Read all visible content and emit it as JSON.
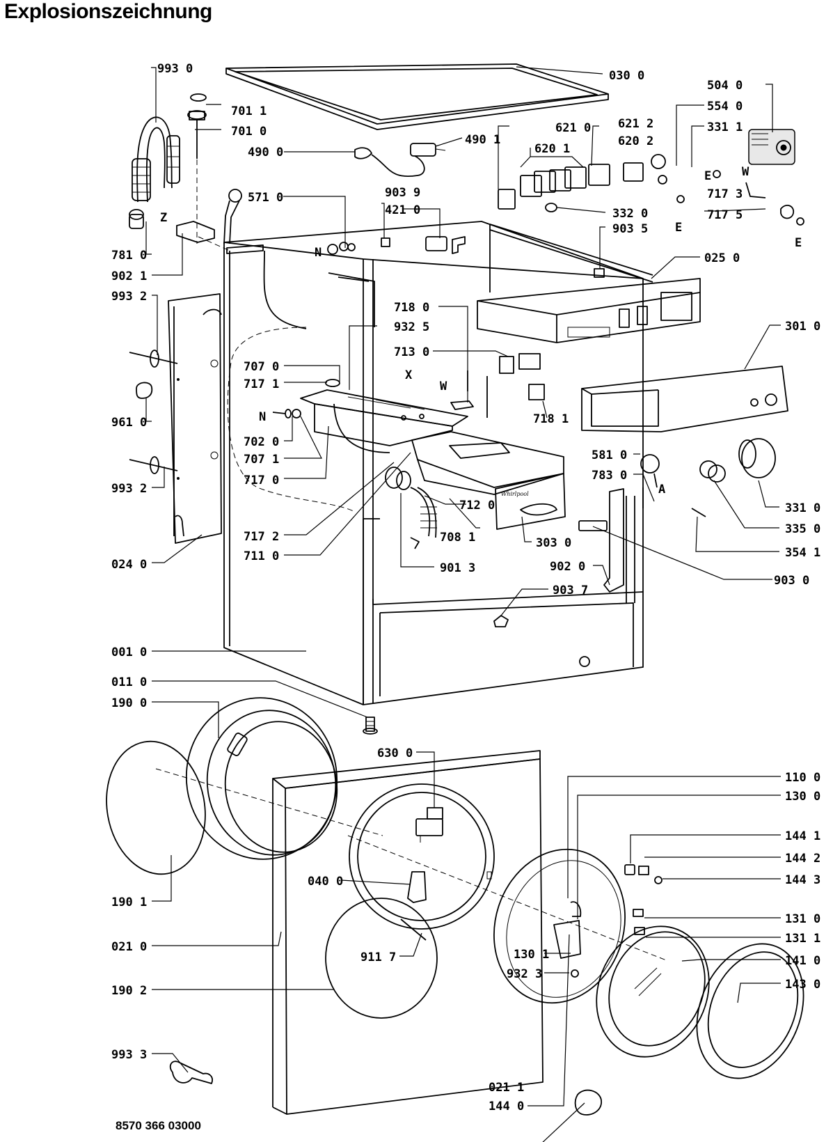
{
  "title": "Explosionszeichnung",
  "document_number": "8570 366 03000",
  "labels": [
    {
      "text": "993 0",
      "name": "label-993-0"
    },
    {
      "text": "701 1",
      "name": "label-701-1"
    },
    {
      "text": "701 0",
      "name": "label-701-0"
    },
    {
      "text": "490 0",
      "name": "label-490-0"
    },
    {
      "text": "571 0",
      "name": "label-571-0"
    },
    {
      "text": "781 0",
      "name": "label-781-0"
    },
    {
      "text": "902 1",
      "name": "label-902-1"
    },
    {
      "text": "993 2",
      "name": "label-993-2-top"
    },
    {
      "text": "961 0",
      "name": "label-961-0"
    },
    {
      "text": "993 2",
      "name": "label-993-2-bottom"
    },
    {
      "text": "024 0",
      "name": "label-024-0"
    },
    {
      "text": "707 0",
      "name": "label-707-0"
    },
    {
      "text": "717 1",
      "name": "label-717-1-left"
    },
    {
      "text": "702 0",
      "name": "label-702-0"
    },
    {
      "text": "707 1",
      "name": "label-707-1"
    },
    {
      "text": "717 0",
      "name": "label-717-0"
    },
    {
      "text": "717 2",
      "name": "label-717-2"
    },
    {
      "text": "711 0",
      "name": "label-711-0"
    },
    {
      "text": "030 0",
      "name": "label-030-0"
    },
    {
      "text": "490 1",
      "name": "label-490-1"
    },
    {
      "text": "903 9",
      "name": "label-903-9"
    },
    {
      "text": "421 0",
      "name": "label-421-0"
    },
    {
      "text": "621 0",
      "name": "label-621-0"
    },
    {
      "text": "620 1",
      "name": "label-620-1"
    },
    {
      "text": "621 2",
      "name": "label-621-2"
    },
    {
      "text": "620 2",
      "name": "label-620-2"
    },
    {
      "text": "504 0",
      "name": "label-504-0"
    },
    {
      "text": "554 0",
      "name": "label-554-0"
    },
    {
      "text": "331 1",
      "name": "label-331-1"
    },
    {
      "text": "717 3",
      "name": "label-717-3"
    },
    {
      "text": "717 5",
      "name": "label-717-5"
    },
    {
      "text": "332 0",
      "name": "label-332-0"
    },
    {
      "text": "903 5",
      "name": "label-903-5"
    },
    {
      "text": "025 0",
      "name": "label-025-0"
    },
    {
      "text": "718 0",
      "name": "label-718-0"
    },
    {
      "text": "932 5",
      "name": "label-932-5"
    },
    {
      "text": "713 0",
      "name": "label-713-0"
    },
    {
      "text": "718 1",
      "name": "label-718-1"
    },
    {
      "text": "301 0",
      "name": "label-301-0"
    },
    {
      "text": "581 0",
      "name": "label-581-0"
    },
    {
      "text": "783 0",
      "name": "label-783-0"
    },
    {
      "text": "331 0",
      "name": "label-331-0"
    },
    {
      "text": "335 0",
      "name": "label-335-0"
    },
    {
      "text": "354 1",
      "name": "label-354-1"
    },
    {
      "text": "712 0",
      "name": "label-712-0"
    },
    {
      "text": "708 1",
      "name": "label-708-1"
    },
    {
      "text": "303 0",
      "name": "label-303-0"
    },
    {
      "text": "901 3",
      "name": "label-901-3"
    },
    {
      "text": "902 0",
      "name": "label-902-0"
    },
    {
      "text": "903 0",
      "name": "label-903-0"
    },
    {
      "text": "903 7",
      "name": "label-903-7"
    },
    {
      "text": "001 0",
      "name": "label-001-0"
    },
    {
      "text": "011 0",
      "name": "label-011-0"
    },
    {
      "text": "190 0",
      "name": "label-190-0"
    },
    {
      "text": "630 0",
      "name": "label-630-0"
    },
    {
      "text": "110 0",
      "name": "label-110-0"
    },
    {
      "text": "130 0",
      "name": "label-130-0"
    },
    {
      "text": "144 1",
      "name": "label-144-1"
    },
    {
      "text": "144 2",
      "name": "label-144-2"
    },
    {
      "text": "144 3",
      "name": "label-144-3"
    },
    {
      "text": "131 0",
      "name": "label-131-0"
    },
    {
      "text": "131 1",
      "name": "label-131-1"
    },
    {
      "text": "141 0",
      "name": "label-141-0"
    },
    {
      "text": "143 0",
      "name": "label-143-0"
    },
    {
      "text": "190 1",
      "name": "label-190-1"
    },
    {
      "text": "040 0",
      "name": "label-040-0"
    },
    {
      "text": "021 0",
      "name": "label-021-0"
    },
    {
      "text": "911 7",
      "name": "label-911-7"
    },
    {
      "text": "130 1",
      "name": "label-130-1"
    },
    {
      "text": "932 3",
      "name": "label-932-3"
    },
    {
      "text": "190 2",
      "name": "label-190-2"
    },
    {
      "text": "993 3",
      "name": "label-993-3"
    },
    {
      "text": "144 0",
      "name": "label-144-0"
    },
    {
      "text": "021 1",
      "name": "label-021-1"
    }
  ],
  "markers": [
    {
      "text": "Z",
      "name": "marker-z"
    },
    {
      "text": "N",
      "name": "marker-n-top"
    },
    {
      "text": "E",
      "name": "marker-e-1"
    },
    {
      "text": "W",
      "name": "marker-w-right"
    },
    {
      "text": "E",
      "name": "marker-e-2"
    },
    {
      "text": "E",
      "name": "marker-e-3"
    },
    {
      "text": "X",
      "name": "marker-x"
    },
    {
      "text": "W",
      "name": "marker-w-mid"
    },
    {
      "text": "N",
      "name": "marker-n-left"
    },
    {
      "text": "A",
      "name": "marker-a"
    }
  ],
  "brand": "Whirlpool"
}
